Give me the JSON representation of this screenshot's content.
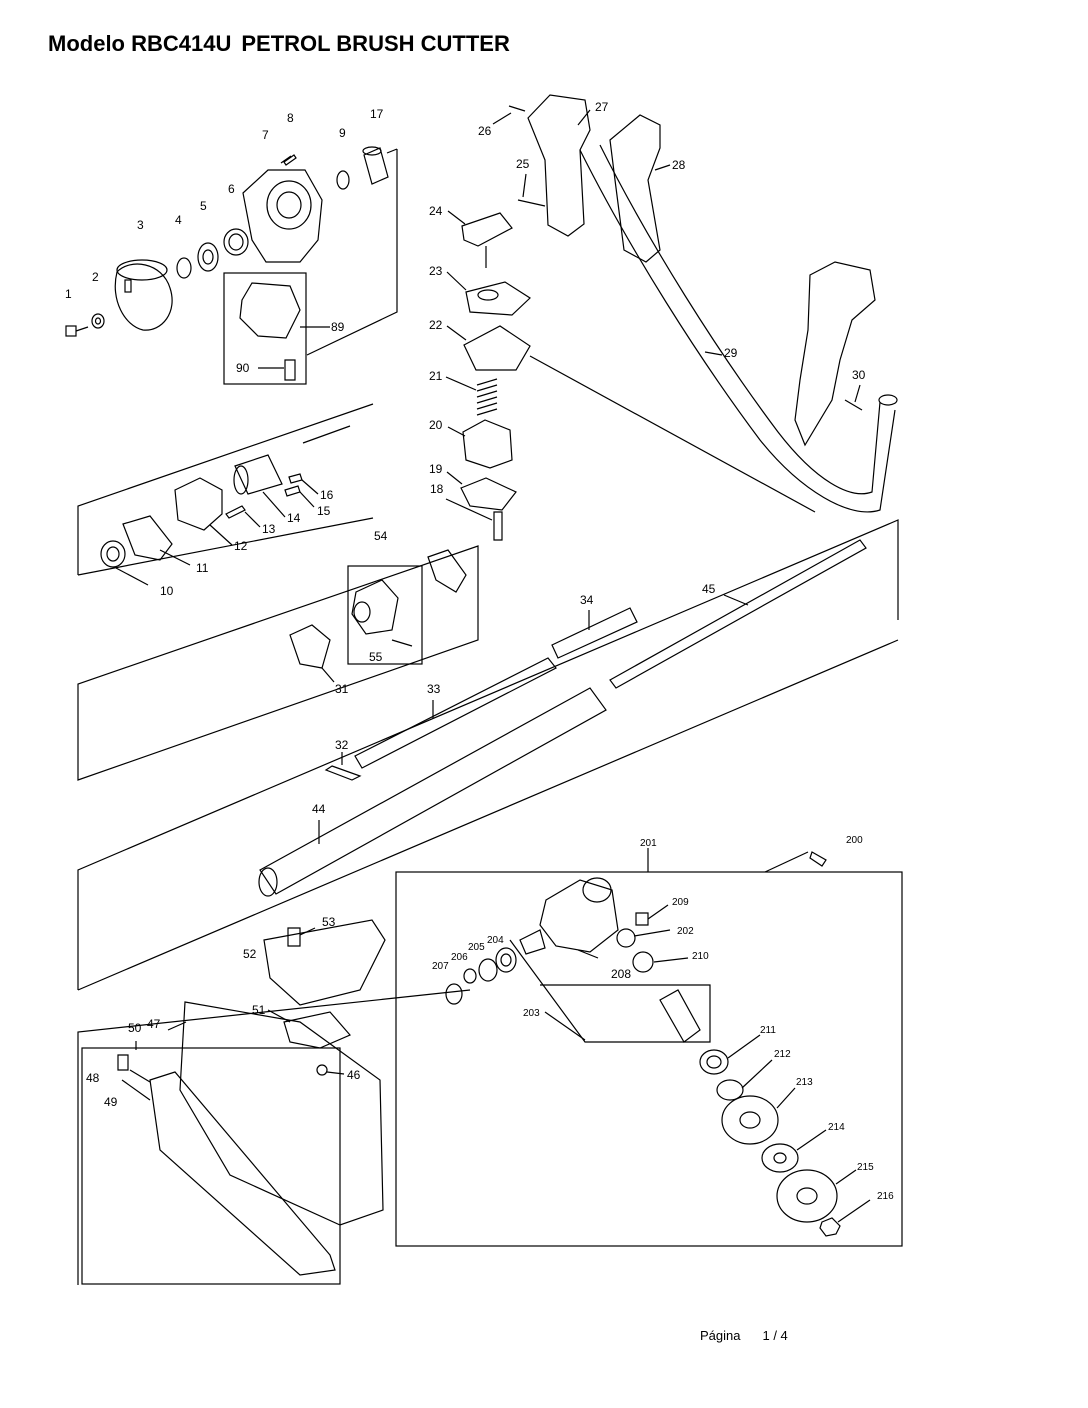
{
  "header": {
    "model": "Modelo RBC414U",
    "product": "PETROL BRUSH CUTTER"
  },
  "diagram": {
    "labels": {
      "p1": "1",
      "p2": "2",
      "p3": "3",
      "p4": "4",
      "p5": "5",
      "p6": "6",
      "p7": "7",
      "p8": "8",
      "p9": "9",
      "p10": "10",
      "p11": "11",
      "p12": "12",
      "p13": "13",
      "p14": "14",
      "p15": "15",
      "p16": "16",
      "p17": "17",
      "p18": "18",
      "p19": "19",
      "p20": "20",
      "p21": "21",
      "p22": "22",
      "p23": "23",
      "p24": "24",
      "p25": "25",
      "p26": "26",
      "p27": "27",
      "p28": "28",
      "p29": "29",
      "p30": "30",
      "p31": "31",
      "p32": "32",
      "p33": "33",
      "p34": "34",
      "p44": "44",
      "p45": "45",
      "p46": "46",
      "p47": "47",
      "p48": "48",
      "p49": "49",
      "p50": "50",
      "p51": "51",
      "p52": "52",
      "p53": "53",
      "p54": "54",
      "p55": "55",
      "p89": "89",
      "p90": "90",
      "p200": "200",
      "p201": "201",
      "p202": "202",
      "p203": "203",
      "p204": "204",
      "p205": "205",
      "p206": "206",
      "p207": "207",
      "p208": "208",
      "p209": "209",
      "p210": "210",
      "p211": "211",
      "p212": "212",
      "p213": "213",
      "p214": "214",
      "p215": "215",
      "p216": "216"
    }
  },
  "footer": {
    "page_label": "Página",
    "page_number": "1 / 4"
  }
}
